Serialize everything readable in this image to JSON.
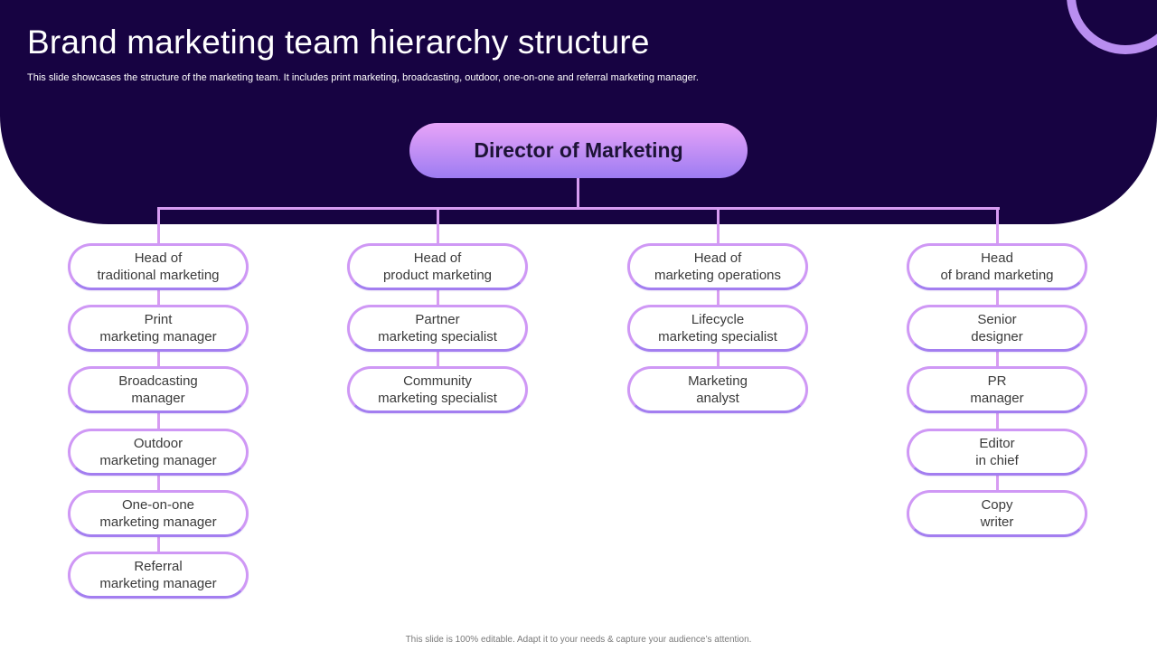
{
  "title": "Brand marketing team hierarchy structure",
  "subtitle": "This slide showcases the structure of the marketing team. It includes print marketing, broadcasting, outdoor, one-on-one and referral marketing manager.",
  "director": "Director of Marketing",
  "columns": [
    {
      "head": "Head of\ntraditional marketing",
      "members": [
        "Print\nmarketing manager",
        "Broadcasting\nmanager",
        "Outdoor\nmarketing manager",
        "One-on-one\nmarketing manager",
        "Referral\nmarketing manager"
      ]
    },
    {
      "head": "Head of\nproduct marketing",
      "members": [
        "Partner\nmarketing specialist",
        "Community\nmarketing specialist"
      ]
    },
    {
      "head": "Head of\nmarketing operations",
      "members": [
        "Lifecycle\nmarketing specialist",
        "Marketing\nanalyst"
      ]
    },
    {
      "head": "Head\nof brand marketing",
      "members": [
        "Senior\ndesigner",
        "PR\nmanager",
        "Editor\nin chief",
        "Copy\nwriter"
      ]
    }
  ],
  "footer": "This slide is 100% editable.  Adapt it to your needs & capture your audience’s attention.",
  "colors": {
    "header_bg": "#170342",
    "accent_pink": "#e8a4f8",
    "accent_purple": "#9d7cf2"
  }
}
